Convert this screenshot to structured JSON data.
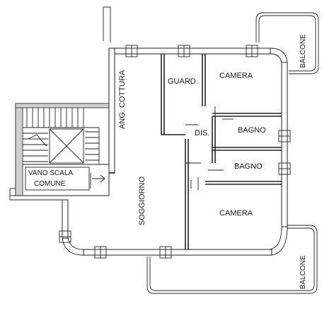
{
  "rooms": {
    "guardaroba": "GUARD.",
    "camera_top": "CAMERA",
    "camera_bottom": "CAMERA",
    "bagno_1": "BAGNO",
    "bagno_2": "BAGNO",
    "disimpegno": "DIS.",
    "soggiorno": "SOGGIORNO",
    "angolo_cottura": "ANG. COTTURA",
    "vano_scala_line1": "VANO SCALA",
    "vano_scala_line2": "COMUNE",
    "balcone_top": "BALCONE",
    "balcone_bottom": "BALCONE"
  },
  "colors": {
    "wall": "#222222",
    "background": "#ffffff",
    "wall_fill": "#e6e6e6"
  }
}
